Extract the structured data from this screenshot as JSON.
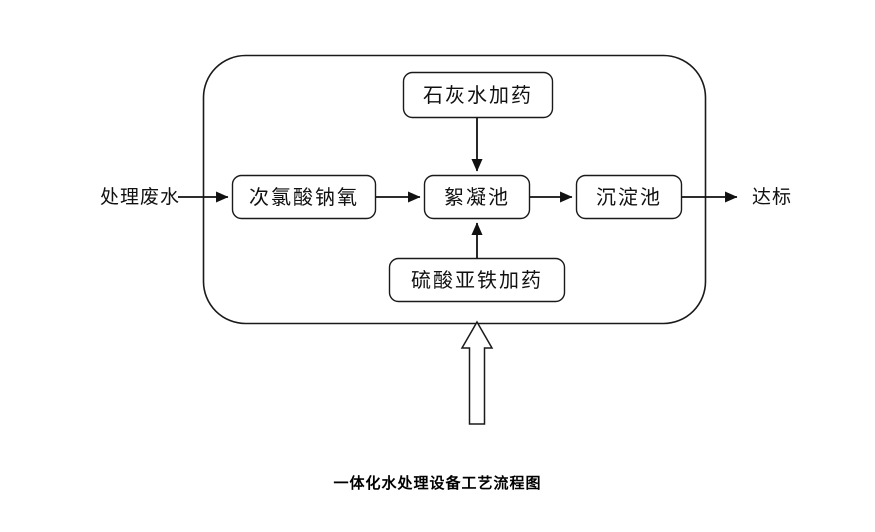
{
  "diagram": {
    "caption": "一体化水处理设备工艺流程图",
    "container": {
      "name": "integrated-equipment-boundary",
      "style": "rounded-rectangle",
      "stroke": "#1a1a1a"
    },
    "nodes": [
      {
        "id": "hypochlorite",
        "label": "次氯酸钠氧",
        "shape": "rounded-rect"
      },
      {
        "id": "lime",
        "label": "石灰水加药",
        "shape": "rounded-rect"
      },
      {
        "id": "floc",
        "label": "絮凝池",
        "shape": "rounded-rect"
      },
      {
        "id": "ferrous",
        "label": "硫酸亚铁加药",
        "shape": "rounded-rect"
      },
      {
        "id": "sediment",
        "label": "沉淀池",
        "shape": "rounded-rect"
      }
    ],
    "edge_labels": {
      "influent": "处理废水",
      "effluent": "达标"
    },
    "edges": [
      {
        "from": "influent",
        "to": "hypochlorite",
        "direction": "right"
      },
      {
        "from": "hypochlorite",
        "to": "floc",
        "direction": "right"
      },
      {
        "from": "lime",
        "to": "floc",
        "direction": "down"
      },
      {
        "from": "ferrous",
        "to": "floc",
        "direction": "up"
      },
      {
        "from": "floc",
        "to": "sediment",
        "direction": "right"
      },
      {
        "from": "sediment",
        "to": "effluent",
        "direction": "right"
      },
      {
        "from": "external-feed",
        "to": "container",
        "direction": "up",
        "style": "hollow-block-arrow"
      }
    ],
    "colors": {
      "stroke": "#1a1a1a",
      "text": "#111111",
      "background": "#ffffff"
    }
  }
}
